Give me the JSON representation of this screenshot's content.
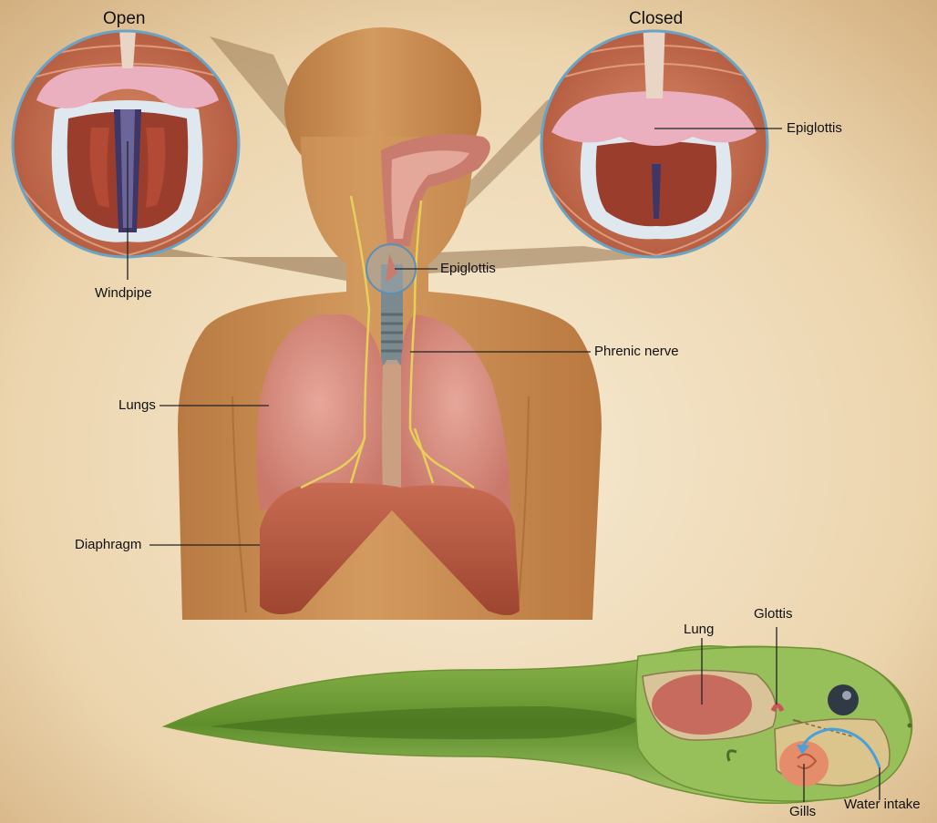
{
  "human": {
    "open_title": "Open",
    "closed_title": "Closed",
    "labels": {
      "windpipe": "Windpipe",
      "epiglottis_closed": "Epiglottis",
      "epiglottis_throat": "Epiglottis",
      "phrenic_nerve": "Phrenic nerve",
      "lungs": "Lungs",
      "diaphragm": "Diaphragm"
    }
  },
  "tadpole": {
    "labels": {
      "lung": "Lung",
      "glottis": "Glottis",
      "gills": "Gills",
      "water_intake": "Water intake"
    }
  },
  "colors": {
    "background_light": "#f3e4c8",
    "background_warm": "#d9b98c",
    "skin": "#c98f55",
    "lung_tissue": "#d68f82",
    "diaphragm": "#b2543f",
    "nerve": "#e6cf5a",
    "tadpole_body": "#8db548",
    "tadpole_tail": "#9cc35a",
    "circle_outline": "#6aa3c4",
    "water_arrow": "#4aa0d8"
  }
}
